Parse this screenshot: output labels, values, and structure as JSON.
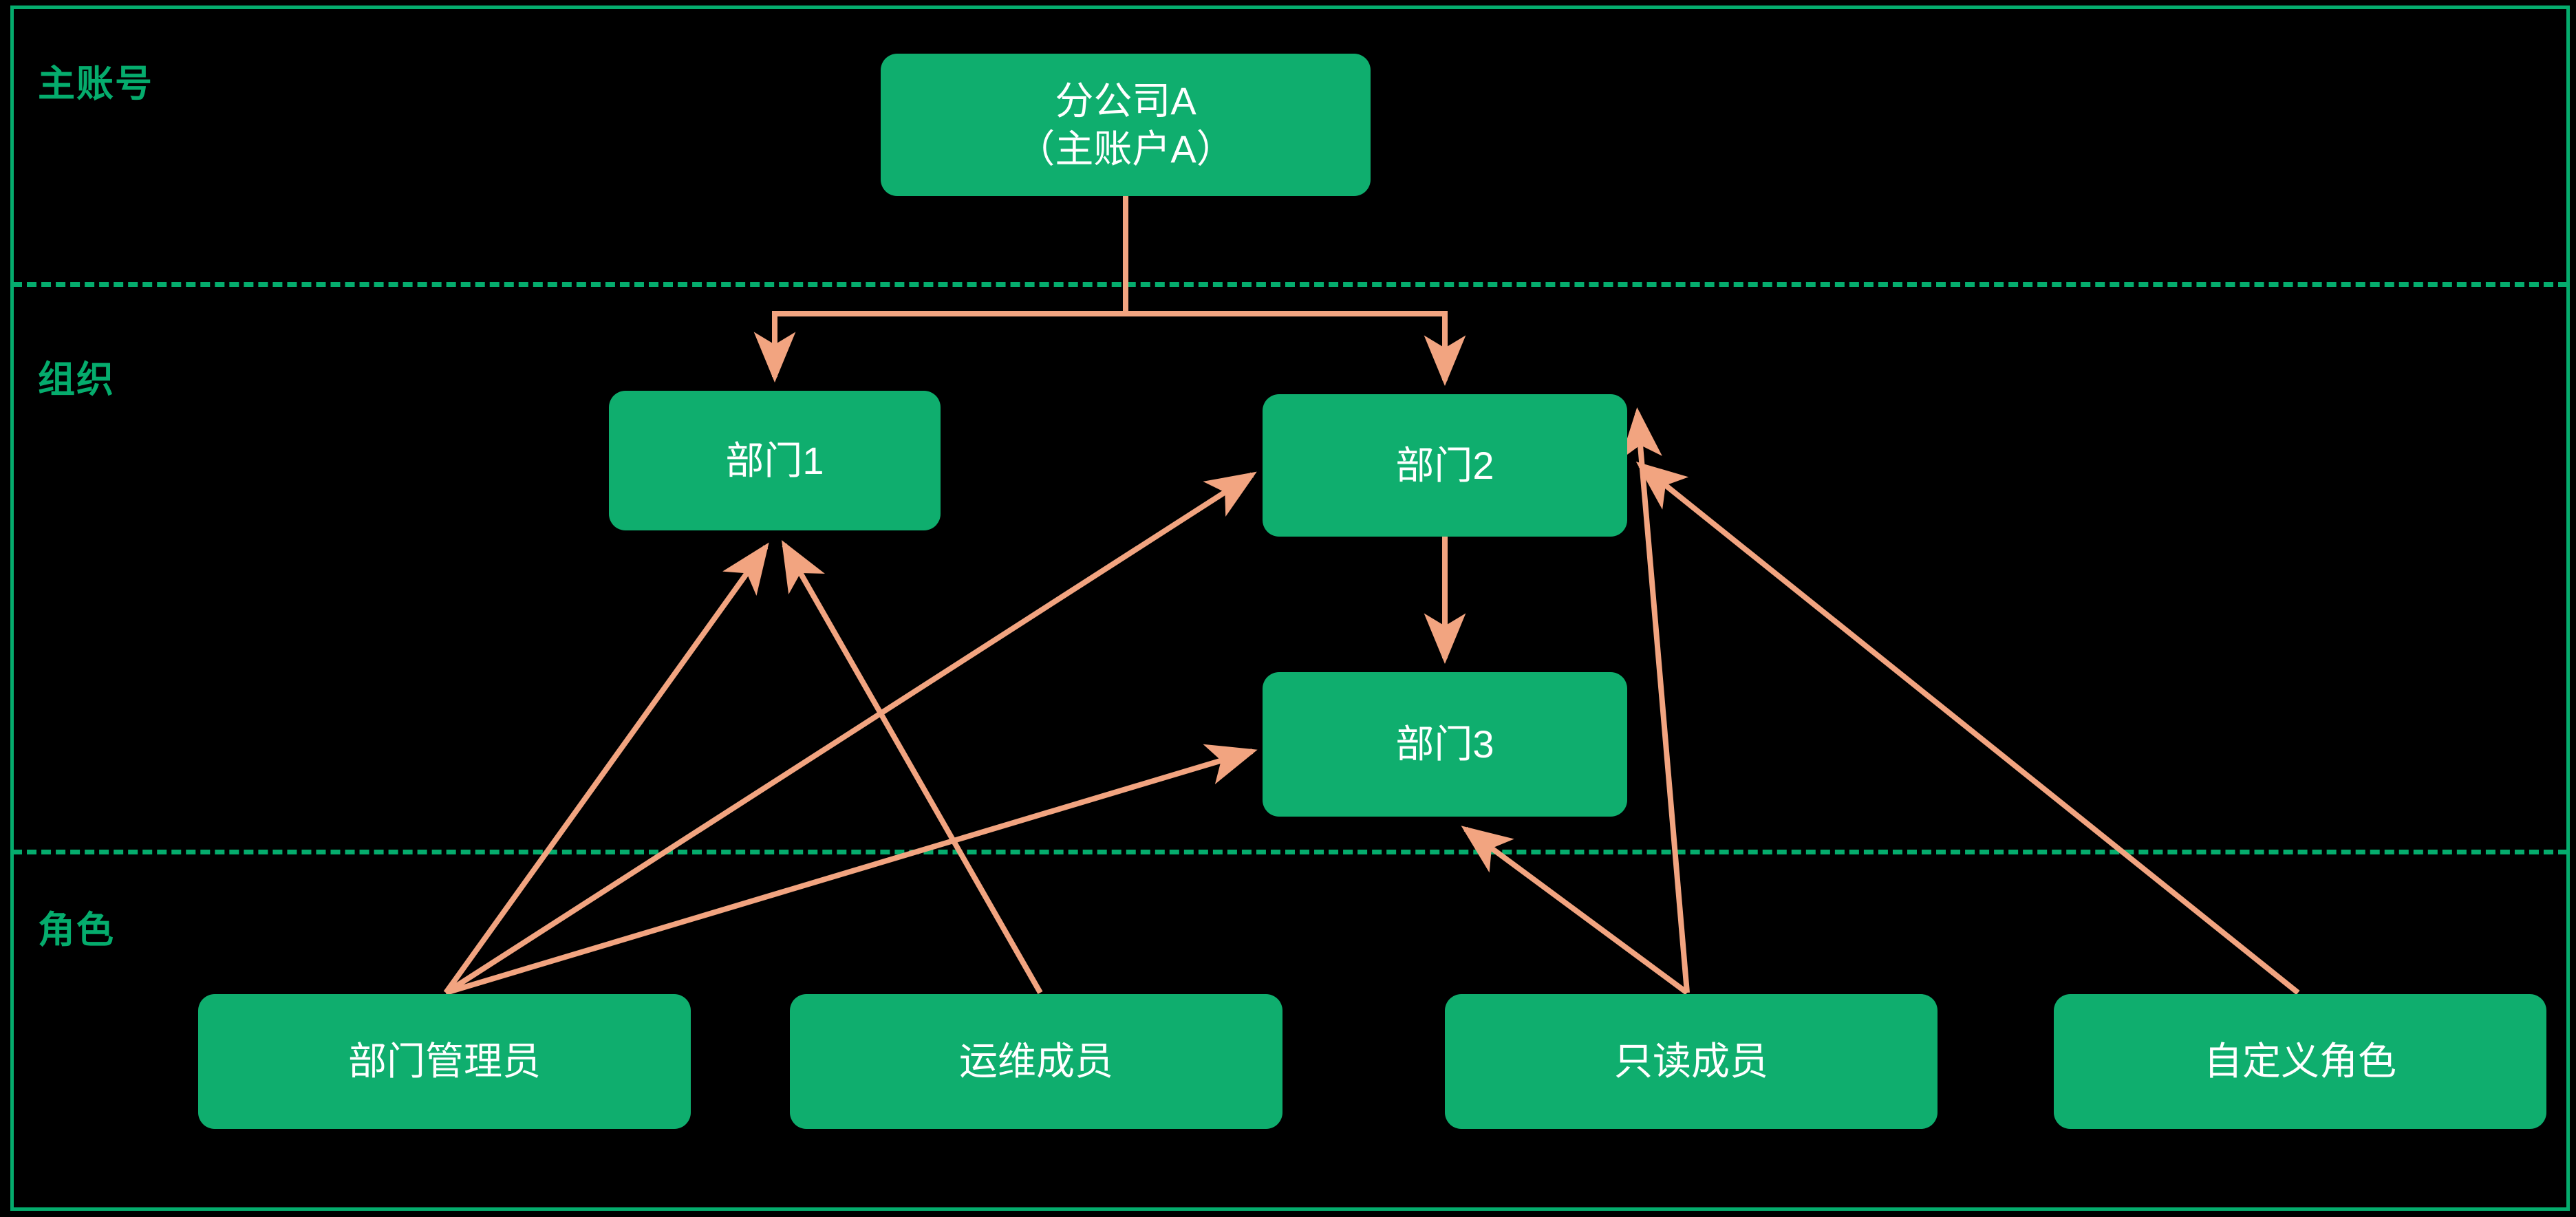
{
  "diagram": {
    "title_present": false,
    "background_color": "#000000",
    "frame_color": "#05AC6D",
    "node_color": "#0FAE6E",
    "node_text_color": "#FFFFFF",
    "edge_color": "#F2A480",
    "separator_style": "dashed",
    "bands": [
      {
        "id": "band-main-account",
        "label": "主账号"
      },
      {
        "id": "band-organization",
        "label": "组织"
      },
      {
        "id": "band-role",
        "label": "角色"
      }
    ],
    "nodes": [
      {
        "id": "root",
        "band": "主账号",
        "label": "分公司A\n（主账户A）"
      },
      {
        "id": "dept1",
        "band": "组织",
        "label": "部门1"
      },
      {
        "id": "dept2",
        "band": "组织",
        "label": "部门2"
      },
      {
        "id": "dept3",
        "band": "组织",
        "label": "部门3"
      },
      {
        "id": "role-dept-admin",
        "band": "角色",
        "label": "部门管理员"
      },
      {
        "id": "role-ops-member",
        "band": "角色",
        "label": "运维成员"
      },
      {
        "id": "role-readonly",
        "band": "角色",
        "label": "只读成员"
      },
      {
        "id": "role-custom",
        "band": "角色",
        "label": "自定义角色"
      }
    ],
    "edges": [
      {
        "from": "root",
        "to": "dept1",
        "style": "orthogonal",
        "arrow": "end"
      },
      {
        "from": "root",
        "to": "dept2",
        "style": "orthogonal",
        "arrow": "end"
      },
      {
        "from": "dept2",
        "to": "dept3",
        "style": "straight",
        "arrow": "end"
      },
      {
        "from": "role-dept-admin",
        "to": "dept1",
        "style": "straight",
        "arrow": "end"
      },
      {
        "from": "role-dept-admin",
        "to": "dept2",
        "style": "straight",
        "arrow": "end"
      },
      {
        "from": "role-dept-admin",
        "to": "dept3",
        "style": "straight",
        "arrow": "end"
      },
      {
        "from": "role-ops-member",
        "to": "dept1",
        "style": "straight",
        "arrow": "end"
      },
      {
        "from": "role-readonly",
        "to": "dept2",
        "style": "straight",
        "arrow": "end"
      },
      {
        "from": "role-readonly",
        "to": "dept3",
        "style": "straight",
        "arrow": "end"
      },
      {
        "from": "role-custom",
        "to": "dept2",
        "style": "straight",
        "arrow": "end"
      }
    ]
  }
}
